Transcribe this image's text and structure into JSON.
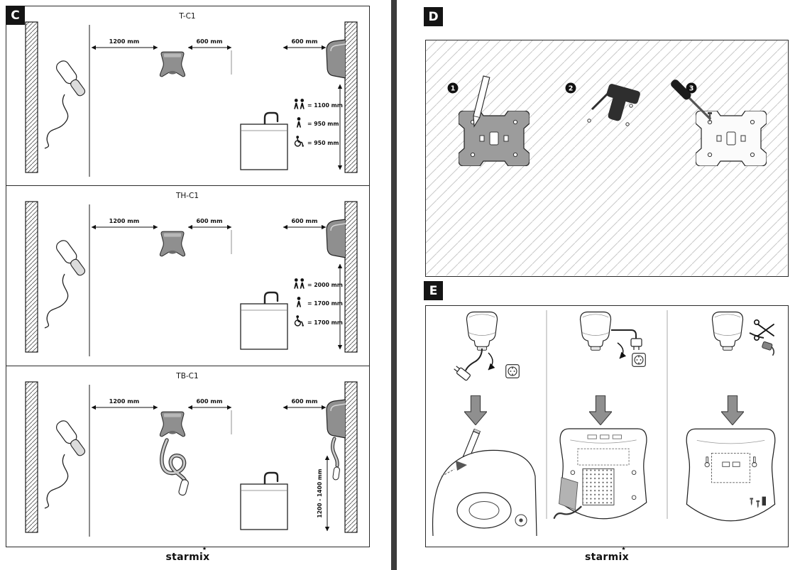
{
  "left_page": {
    "section_label": "C",
    "panels": [
      {
        "title": "T-C1",
        "dim_left": "1200 mm",
        "dim_mid": "600 mm",
        "dim_right": "600 mm",
        "legend": [
          {
            "icon": "two-persons-icon",
            "value": "= 1100 mm"
          },
          {
            "icon": "one-person-icon",
            "value": "= 950 mm"
          },
          {
            "icon": "wheelchair-icon",
            "value": "= 950 mm"
          }
        ]
      },
      {
        "title": "TH-C1",
        "dim_left": "1200 mm",
        "dim_mid": "600 mm",
        "dim_right": "600 mm",
        "legend": [
          {
            "icon": "two-persons-icon",
            "value": "= 2000 mm"
          },
          {
            "icon": "one-person-icon",
            "value": "= 1700 mm"
          },
          {
            "icon": "wheelchair-icon",
            "value": "= 1700 mm"
          }
        ]
      },
      {
        "title": "TB-C1",
        "dim_left": "1200 mm",
        "dim_mid": "600 mm",
        "dim_right": "600 mm",
        "height_range": "1200 - 1400 mm"
      }
    ],
    "logo": "starmix"
  },
  "right_page": {
    "section_d": {
      "label": "D",
      "step_1": "1",
      "step_2": "2",
      "step_3": "3"
    },
    "section_e": {
      "label": "E"
    },
    "logo": "starmix"
  }
}
